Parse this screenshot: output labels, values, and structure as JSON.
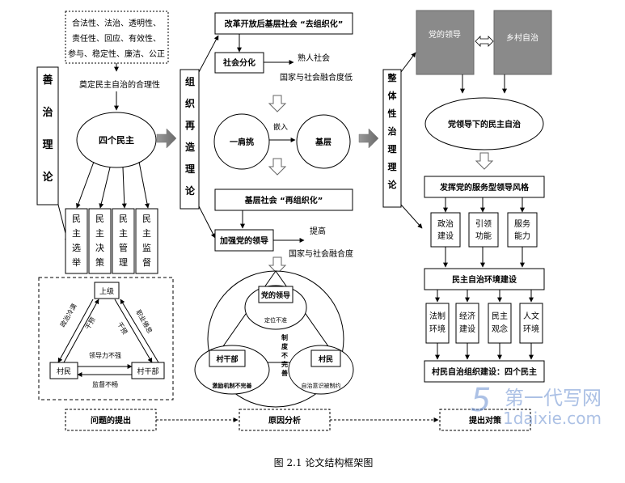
{
  "caption": "图 2.1 论文结构框架图",
  "watermark": {
    "brand": "第一代写网",
    "url": "1daixie.com"
  },
  "left": {
    "side_label": "善治理论",
    "principles": [
      "合法性、法治、透明性、",
      "责任性、回应、有效性、",
      "参与、稳定性、廉洁、公正"
    ],
    "legitimacy_note": "奠定民主自治的合理性",
    "four_democracy": "四个民主",
    "democracy_items": [
      "民主选举",
      "民主决策",
      "民主管理",
      "民主监督"
    ],
    "triangle": {
      "top": "上级",
      "left": "村民",
      "right": "村干部",
      "label_political": "政治冷漠",
      "label_career": "职业倦怠",
      "label_intervene1": "干预",
      "label_intervene2": "干预",
      "label_lead": "领导力不强",
      "label_supervise": "监督不畅"
    }
  },
  "middle": {
    "side_label": "组织再造理论",
    "top_box": "改革开放后基层社会 “去组织化”",
    "social_div": "社会分化",
    "acquaint": "熟人社会",
    "fusion_low": "国家与社会融合度低",
    "embed": "嵌入",
    "one_shoulder": "一肩挑",
    "grassroots": "基层",
    "reorg": "基层社会 “再组织化”",
    "strengthen": "加强党的领导",
    "improve": "提高",
    "fusion": "国家与社会融合度",
    "circle": {
      "party": "党的领导",
      "party_sub": "定位不准",
      "cadre": "村干部",
      "cadre_sub": "激励机制不完善",
      "villager": "村民",
      "villager_sub": "自治意识被制约",
      "system": "制度不完善"
    }
  },
  "right": {
    "side_label": "整体性治理理论",
    "party": "党的领导",
    "village": "乡村自治",
    "party_led": "党领导下的民主自治",
    "service_style": "发挥党的服务型领导风格",
    "functions": [
      "政治建设",
      "引领功能",
      "服务能力"
    ],
    "env": "民主自治环境建设",
    "env_items": [
      "法制环境",
      "经济建设",
      "民主观念",
      "人文环境"
    ],
    "org": "村民自治组织建设：四个民主"
  },
  "bottom": {
    "step1": "问题的提出",
    "step2": "原因分析",
    "step3": "提出对策"
  }
}
